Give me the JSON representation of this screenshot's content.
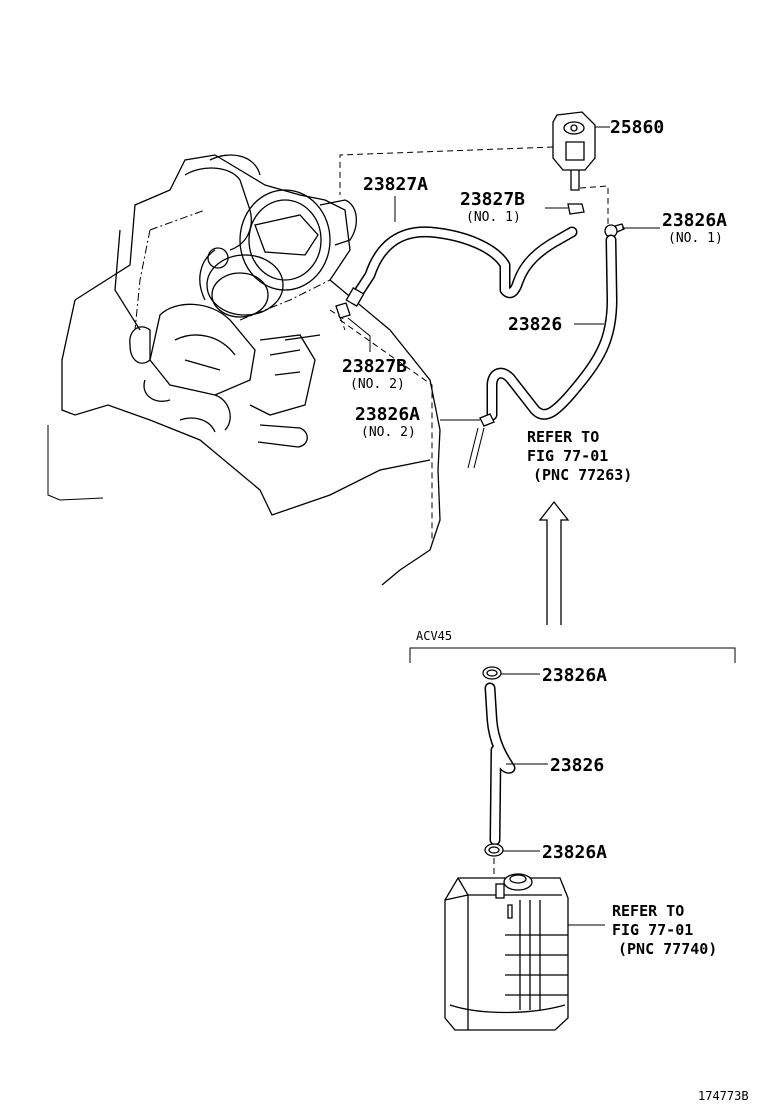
{
  "labels": {
    "p25860": "25860",
    "p23827A": "23827A",
    "p23827B_no1": "23827B",
    "p23827B_no1_sub": "(NO. 1)",
    "p23826A_no1": "23826A",
    "p23826A_no1_sub": "(NO. 1)",
    "p23826_top": "23826",
    "p23827B_no2": "23827B",
    "p23827B_no2_sub": "(NO. 2)",
    "p23826A_no2": "23826A",
    "p23826A_no2_sub": "(NO. 2)",
    "refer1_l1": "REFER TO",
    "refer1_l2": "FIG 77-01",
    "refer1_l3": "(PNC 77263)",
    "variant": "ACV45",
    "p23826A_low1": "23826A",
    "p23826_low": "23826",
    "p23826A_low2": "23826A",
    "refer2_l1": "REFER TO",
    "refer2_l2": "FIG 77-01",
    "refer2_l3": "(PNC 77740)",
    "figure_id": "174773B"
  }
}
